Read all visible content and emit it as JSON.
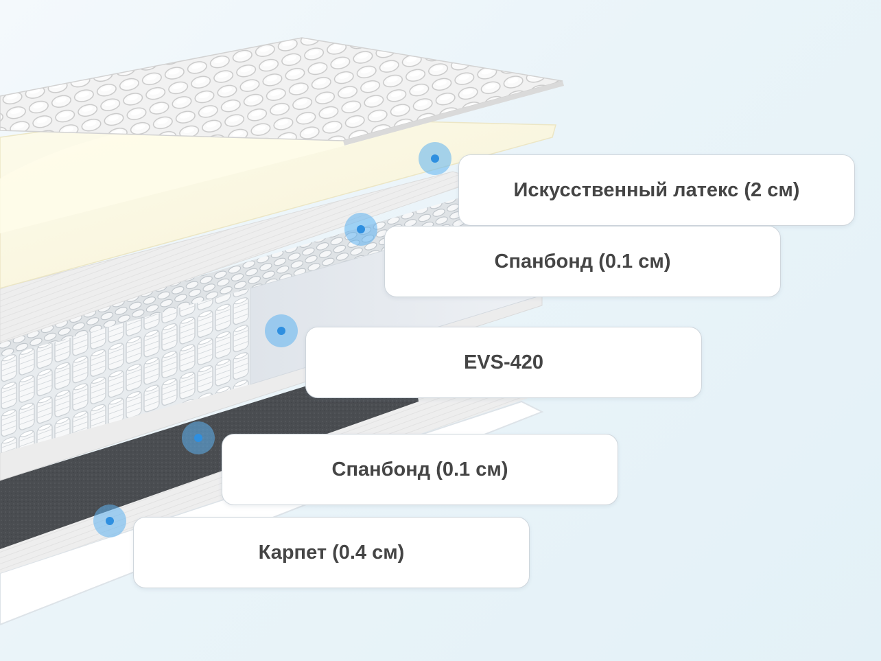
{
  "layers": [
    {
      "id": "latex",
      "label": "Искусственный латекс (2 см)",
      "icon": "layer-marker-dot"
    },
    {
      "id": "spunbond-top",
      "label": "Спанбонд (0.1 см)",
      "icon": "layer-marker-dot"
    },
    {
      "id": "springs",
      "label": "EVS-420",
      "icon": "layer-marker-dot"
    },
    {
      "id": "spunbond-bottom",
      "label": "Спанбонд (0.1 см)",
      "icon": "layer-marker-dot"
    },
    {
      "id": "carpet",
      "label": "Карпет (0.4 см)",
      "icon": "layer-marker-dot"
    }
  ],
  "colors": {
    "marker": "#5eb2f0",
    "marker_dot": "#2e8fe0",
    "latex": "#fbf7df",
    "felt": "#4a4d51",
    "label_text": "#454545"
  }
}
